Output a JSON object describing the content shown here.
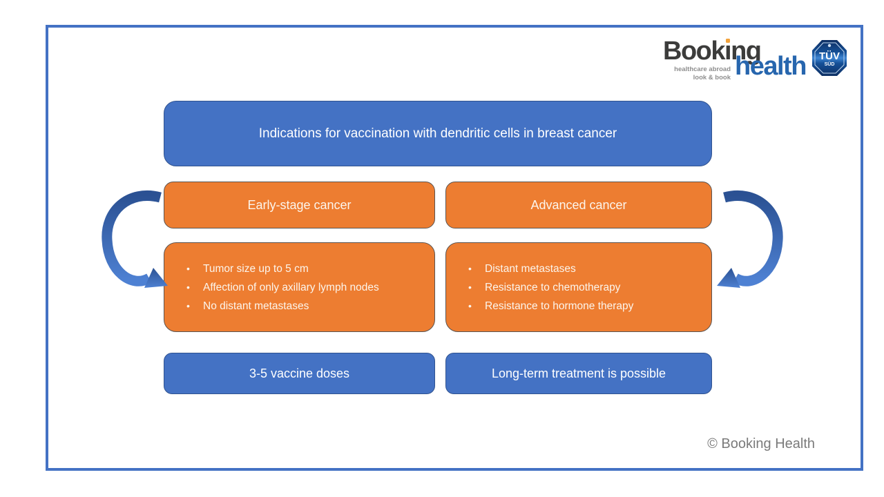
{
  "logo": {
    "booking_part1": "Book",
    "booking_i": "ı",
    "booking_part2": "ng",
    "health": "health",
    "tagline_line1": "healthcare abroad",
    "tagline_line2": "look & book",
    "tuv_line1": "TÜV",
    "tuv_line2": "SÜD",
    "booking_color": "#3C3C3B",
    "health_color": "#2766AE",
    "dot_color": "#F2A33C"
  },
  "diagram": {
    "title": "Indications for vaccination with dendritic cells in breast cancer",
    "columns": [
      {
        "header": "Early-stage cancer",
        "bullets": [
          "Tumor size up to 5 cm",
          "Affection of only axillary lymph nodes",
          "No distant metastases"
        ],
        "footer": "3-5 vaccine doses"
      },
      {
        "header": "Advanced cancer",
        "bullets": [
          "Distant metastases",
          "Resistance to chemotherapy",
          "Resistance to hormone therapy"
        ],
        "footer": "Long-term treatment is possible"
      }
    ],
    "colors": {
      "blue": "#4472C4",
      "orange": "#ED7D31",
      "arrow_dark": "#2B5193",
      "arrow_light": "#4E81D3",
      "frame_border": "#4472C4"
    }
  },
  "footer": {
    "copyright": "© Booking Health"
  }
}
